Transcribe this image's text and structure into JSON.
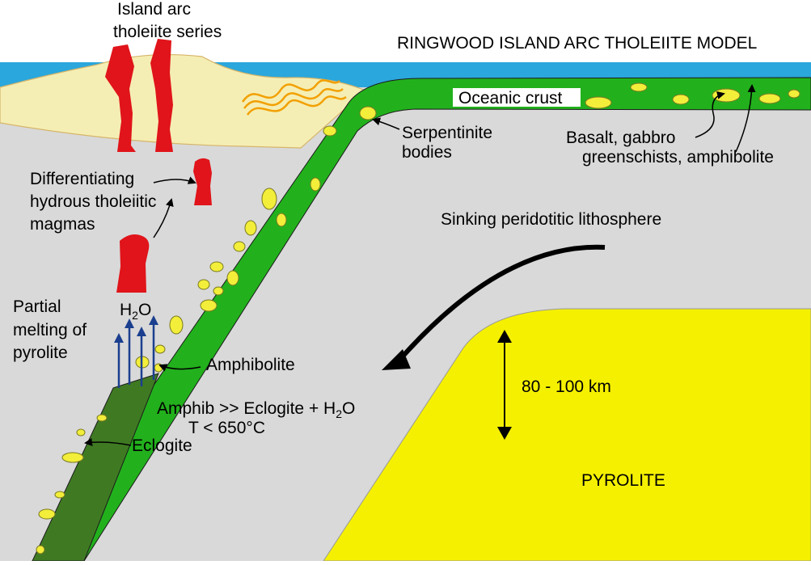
{
  "title": "RINGWOOD ISLAND ARC THOLEIITE MODEL",
  "labels": {
    "island_arc_line1": "Island arc",
    "island_arc_line2": "tholeiite series",
    "oceanic_crust": "Oceanic crust",
    "serpentinite_line1": "Serpentinite",
    "serpentinite_line2": "bodies",
    "basalt_line1": "Basalt, gabbro",
    "basalt_line2": "greenschists, amphibolite",
    "differentiating_line1": "Differentiating",
    "differentiating_line2": "hydrous tholeiitic",
    "differentiating_line3": "magmas",
    "sinking": "Sinking peridotitic lithosphere",
    "partial_line1": "Partial",
    "partial_line2": "melting of",
    "partial_line3": "pyrolite",
    "water_h": "H",
    "water_sub": "2",
    "water_o": "O",
    "amphibolite": "Amphibolite",
    "reaction_main": "Amphib >> Eclogite + H",
    "reaction_sub": "2",
    "reaction_o": "O",
    "temperature": "T < 650°C",
    "eclogite": "Eclogite",
    "depth": "80 - 100 km",
    "pyrolite": "PYROLITE"
  },
  "colors": {
    "ocean": "#2aa7dc",
    "mantle": "#d9d9d9",
    "pyrolite": "#f5f000",
    "crust": "#22b11c",
    "eclogite_crust": "#3f7a23",
    "arc": "#f5eeb4",
    "magma": "#e0141a",
    "bodies": "#f2ee3a",
    "water_arrows": "#1b3f8f"
  },
  "icons": {
    "water_arrows": "arrow-up-icon",
    "sinking_arrow": "curved-arrow-icon",
    "depth_arrow": "double-arrow-icon"
  }
}
